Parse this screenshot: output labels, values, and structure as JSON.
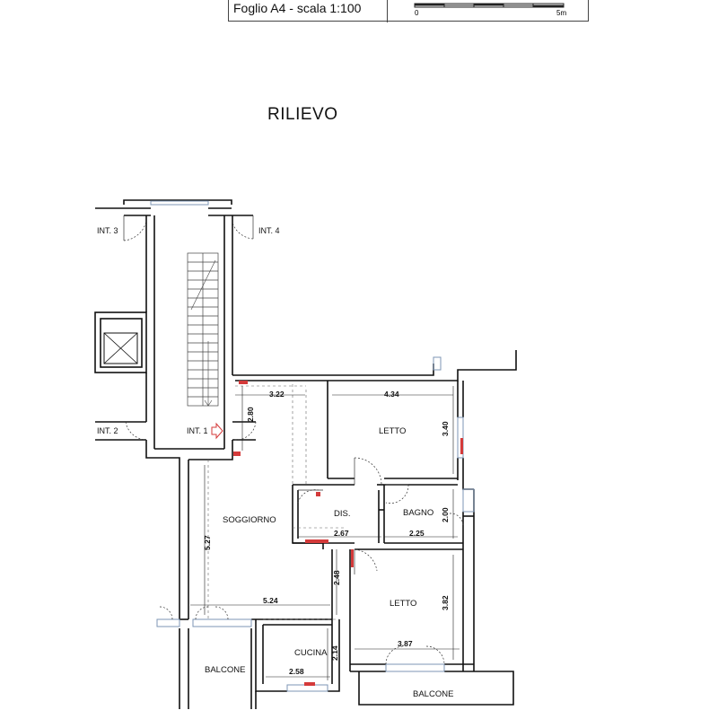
{
  "header": {
    "sheet": "Foglio A4 - scala 1:100",
    "scale_start": "0",
    "scale_end": "5m"
  },
  "title": "RILIEVO",
  "units": {
    "int3": "INT. 3",
    "int4": "INT. 4",
    "int2": "INT. 2",
    "int1": "INT. 1"
  },
  "rooms": {
    "letto_1": "LETTO",
    "letto_2": "LETTO",
    "soggiorno": "SOGGIORNO",
    "dis": "DIS.",
    "bagno": "BAGNO",
    "cucina": "CUCINA",
    "balcone_1": "BALCONE",
    "balcone_2": "BALCONE"
  },
  "dimensions": {
    "d322": "3.22",
    "d434": "4.34",
    "d280": "2.80",
    "d340": "3.40",
    "d200": "2.00",
    "d267": "2.67",
    "d225": "2.25",
    "d527": "5.27",
    "d248": "2.48",
    "d382": "3.82",
    "d524": "5.24",
    "d387": "3.87",
    "d214": "2.14",
    "d258": "2.58"
  },
  "colors": {
    "wall": "#111111",
    "window": "#7d96b4",
    "radiator": "#d43a3a"
  }
}
